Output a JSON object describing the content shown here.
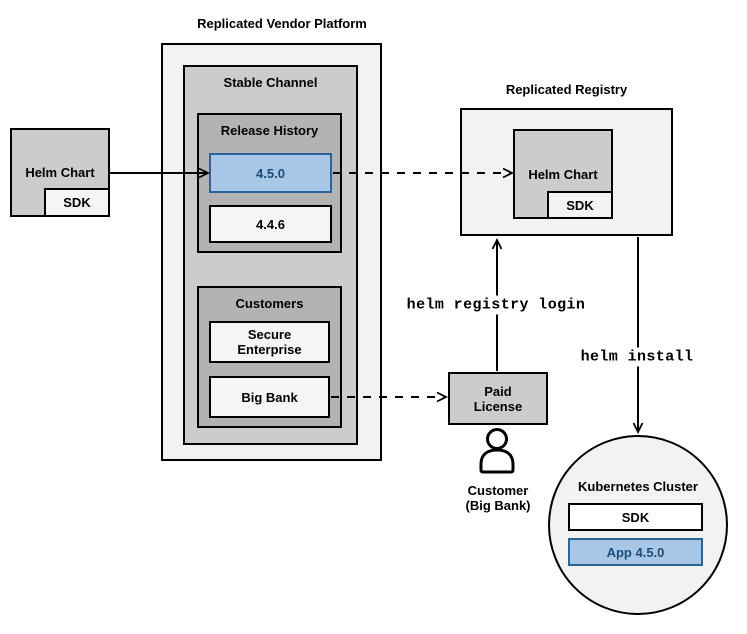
{
  "colors": {
    "background": "#ffffff",
    "container_fill": "#f2f2f2",
    "node_fill": "#cccccc",
    "group_fill": "#b3b3b3",
    "item_fill": "#f5f5f5",
    "sdk_cluster_fill": "#ffffff",
    "highlight_fill": "#a8c7e7",
    "highlight_border": "#2c6398",
    "highlight_text": "#1b4d79",
    "line_color": "#000000"
  },
  "source_chart": {
    "label": "Helm Chart",
    "sdk_label": "SDK"
  },
  "platform": {
    "title": "Replicated Vendor Platform",
    "stable_channel": {
      "title": "Stable Channel",
      "release_history": {
        "title": "Release History",
        "releases": [
          {
            "version": "4.5.0",
            "highlighted": true
          },
          {
            "version": "4.4.6",
            "highlighted": false
          }
        ]
      },
      "customers": {
        "title": "Customers",
        "items": [
          {
            "name": "Secure Enterprise"
          },
          {
            "name": "Big Bank"
          }
        ]
      }
    }
  },
  "registry": {
    "title": "Replicated Registry",
    "helm_chart_label": "Helm Chart",
    "sdk_label": "SDK"
  },
  "paid_license": {
    "label": "Paid License"
  },
  "customer": {
    "line1": "Customer",
    "line2": "(Big Bank)"
  },
  "cluster": {
    "title": "Kubernetes Cluster",
    "sdk_label": "SDK",
    "app_label": "App 4.5.0"
  },
  "commands": {
    "registry_login": "helm registry login",
    "install": "helm install"
  }
}
